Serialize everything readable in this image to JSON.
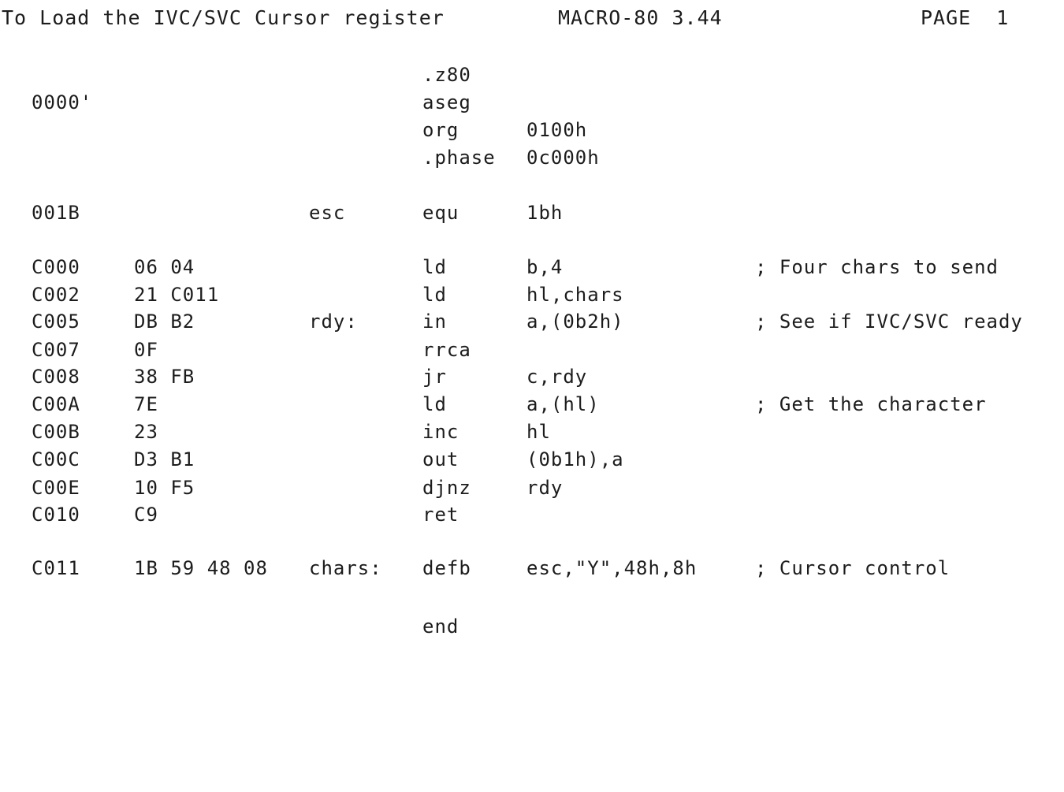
{
  "header": {
    "title": "To Load the IVC/SVC Cursor register",
    "assembler": "MACRO-80 3.44",
    "page_label": "PAGE  1"
  },
  "listing": [
    {
      "loc": "",
      "obj": "",
      "label": "",
      "op": ".z80",
      "arg": "",
      "comment": ""
    },
    {
      "loc": "0000'",
      "obj": "",
      "label": "",
      "op": "aseg",
      "arg": "",
      "comment": ""
    },
    {
      "loc": "",
      "obj": "",
      "label": "",
      "op": "org",
      "arg": "0100h",
      "comment": ""
    },
    {
      "loc": "",
      "obj": "",
      "label": "",
      "op": ".phase",
      "arg": "0c000h",
      "comment": ""
    },
    {
      "loc": "001B",
      "obj": "",
      "label": "esc",
      "op": "equ",
      "arg": "1bh",
      "comment": ""
    },
    {
      "loc": "C000",
      "obj": "06 04",
      "label": "",
      "op": "ld",
      "arg": "b,4",
      "comment": "; Four chars to send"
    },
    {
      "loc": "C002",
      "obj": "21 C011",
      "label": "",
      "op": "ld",
      "arg": "hl,chars",
      "comment": ""
    },
    {
      "loc": "C005",
      "obj": "DB B2",
      "label": "rdy:",
      "op": "in",
      "arg": "a,(0b2h)",
      "comment": "; See if IVC/SVC ready"
    },
    {
      "loc": "C007",
      "obj": "0F",
      "label": "",
      "op": "rrca",
      "arg": "",
      "comment": ""
    },
    {
      "loc": "C008",
      "obj": "38 FB",
      "label": "",
      "op": "jr",
      "arg": "c,rdy",
      "comment": ""
    },
    {
      "loc": "C00A",
      "obj": "7E",
      "label": "",
      "op": "ld",
      "arg": "a,(hl)",
      "comment": "; Get the character"
    },
    {
      "loc": "C00B",
      "obj": "23",
      "label": "",
      "op": "inc",
      "arg": "hl",
      "comment": ""
    },
    {
      "loc": "C00C",
      "obj": "D3 B1",
      "label": "",
      "op": "out",
      "arg": "(0b1h),a",
      "comment": ""
    },
    {
      "loc": "C00E",
      "obj": "10 F5",
      "label": "",
      "op": "djnz",
      "arg": "rdy",
      "comment": ""
    },
    {
      "loc": "C010",
      "obj": "C9",
      "label": "",
      "op": "ret",
      "arg": "",
      "comment": ""
    },
    {
      "loc": "C011",
      "obj": "1B 59 48 08",
      "label": "chars:",
      "op": "defb",
      "arg": "esc,\"Y\",48h,8h",
      "comment": "; Cursor control"
    },
    {
      "loc": "",
      "obj": "",
      "label": "",
      "op": "end",
      "arg": "",
      "comment": ""
    }
  ]
}
